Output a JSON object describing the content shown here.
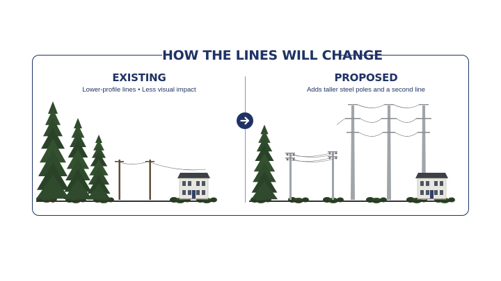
{
  "title": "HOW THE LINES WILL CHANGE",
  "existing": {
    "heading": "EXISTING",
    "subtitle": "Lower-profile lines • Less visual impact"
  },
  "proposed": {
    "heading": "PROPOSED",
    "subtitle": "Adds taller steel poles and a second line"
  },
  "icons": {
    "arrow": "arrow-right-icon",
    "tree": "evergreen-tree-icon",
    "house": "house-icon",
    "pole": "utility-pole-icon"
  },
  "colors": {
    "navy": "#1f3264",
    "tree": "#2f4a2c",
    "wood_pole": "#5a4630",
    "steel_pole": "#9ea3a8",
    "ground": "#303030",
    "house": "#e9e6df"
  }
}
